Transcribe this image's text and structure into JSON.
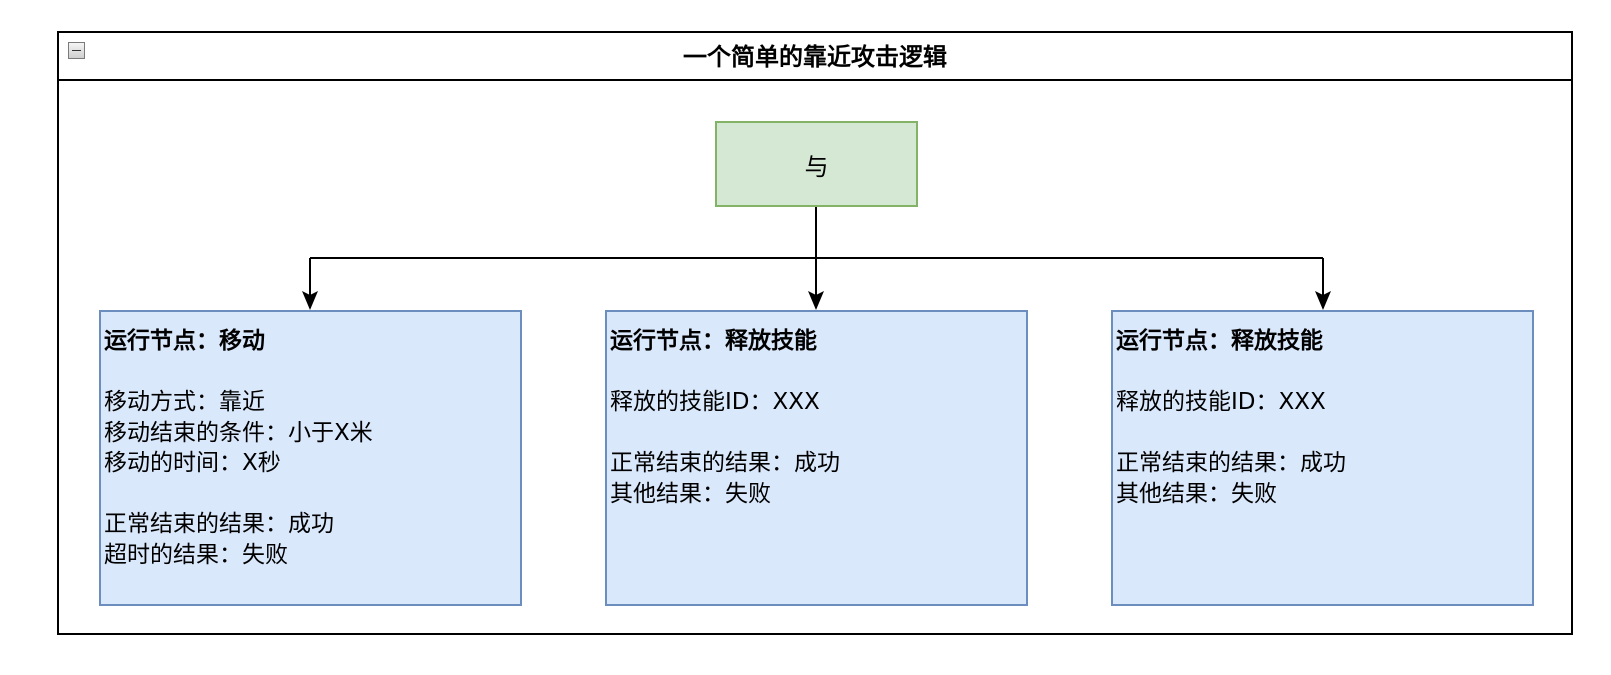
{
  "container": {
    "title": "一个简单的靠近攻击逻辑"
  },
  "gate": {
    "label": "与"
  },
  "nodes": [
    {
      "title": "运行节点：移动",
      "params": [
        "移动方式：靠近",
        "移动结束的条件：小于X米",
        "移动的时间：X秒"
      ],
      "results": [
        "正常结束的结果：成功",
        "超时的结果：失败"
      ]
    },
    {
      "title": "运行节点：释放技能",
      "params": [
        "释放的技能ID：XXX"
      ],
      "results": [
        "正常结束的结果：成功",
        "其他结果：失败"
      ]
    },
    {
      "title": "运行节点：释放技能",
      "params": [
        "释放的技能ID：XXX"
      ],
      "results": [
        "正常结束的结果：成功",
        "其他结果：失败"
      ]
    }
  ],
  "colors": {
    "gate_fill": "#d5e8d4",
    "gate_border": "#82b366",
    "node_fill": "#dae8fc",
    "node_border": "#6c8ebf"
  }
}
